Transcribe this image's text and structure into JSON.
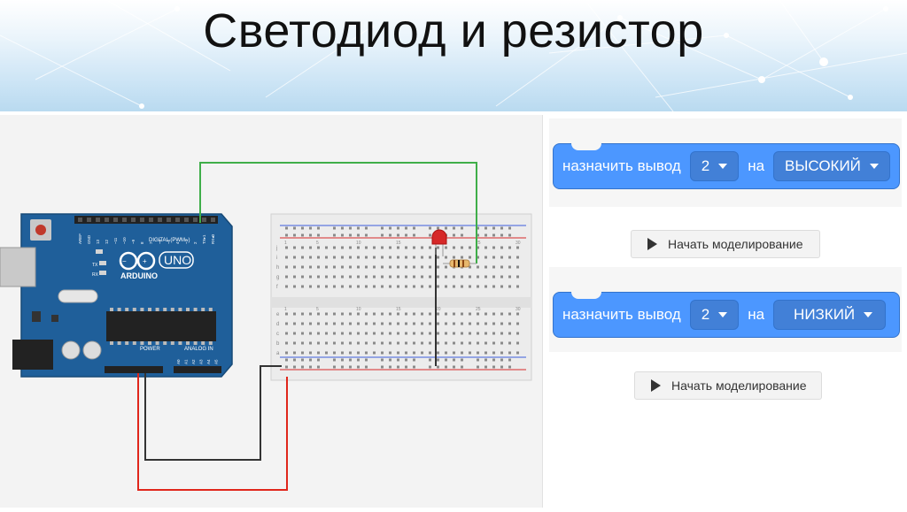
{
  "title": "Светодиод  и резистор",
  "arduino": {
    "brand": "ARDUINO",
    "model": "UNO",
    "digital_label": "DIGITAL (PWM~)",
    "power_label": "POWER",
    "analog_label": "ANALOG IN",
    "pin_labels": [
      "AREF",
      "GND",
      "13",
      "12",
      "~11",
      "~10",
      "~9",
      "8",
      "7",
      "~6",
      "~5",
      "4",
      "~3",
      "2",
      "TX▸1",
      "RX◂0"
    ],
    "analog_pins": [
      "A0",
      "A1",
      "A2",
      "A3",
      "A4",
      "A5"
    ],
    "led_labels": [
      "TX",
      "RX"
    ]
  },
  "breadboard": {
    "column_numbers": [
      "1",
      "5",
      "10",
      "15",
      "20",
      "25",
      "30"
    ],
    "row_letters_top": [
      "j",
      "i",
      "h",
      "g",
      "f"
    ],
    "row_letters_bottom": [
      "e",
      "d",
      "c",
      "b",
      "a"
    ]
  },
  "blocks": [
    {
      "prefix": "назначить вывод",
      "pin_value": "2",
      "connector": "на",
      "state_value": "ВЫСОКИЙ",
      "button_label": "Начать моделирование"
    },
    {
      "prefix": "назначить вывод",
      "pin_value": "2",
      "connector": "на",
      "state_value": "НИЗКИЙ",
      "button_label": "Начать моделирование"
    }
  ],
  "colors": {
    "block_blue": "#4c97ff",
    "board_blue": "#1f5f9a",
    "wire_green": "#3fae49",
    "wire_red": "#e0261b",
    "wire_black": "#333333"
  }
}
